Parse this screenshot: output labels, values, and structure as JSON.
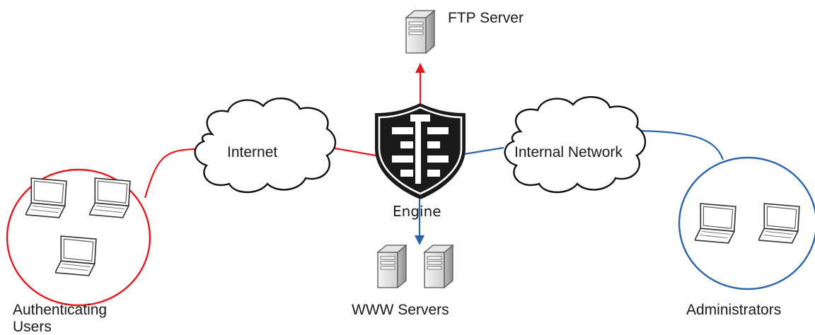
{
  "labels": {
    "ftp": "FTP Server",
    "internet": "Internet",
    "internal": "Internal Network",
    "engine": "Engine",
    "www": "WWW Servers",
    "users": "Authenticating Users",
    "admins": "Administrators"
  },
  "colors": {
    "red": "#e3171f",
    "blue": "#2f63a7",
    "shield": "#1a1a1a"
  },
  "icons": [
    "laptop-icon",
    "server-icon",
    "cloud-icon",
    "firewall-shield-icon"
  ]
}
